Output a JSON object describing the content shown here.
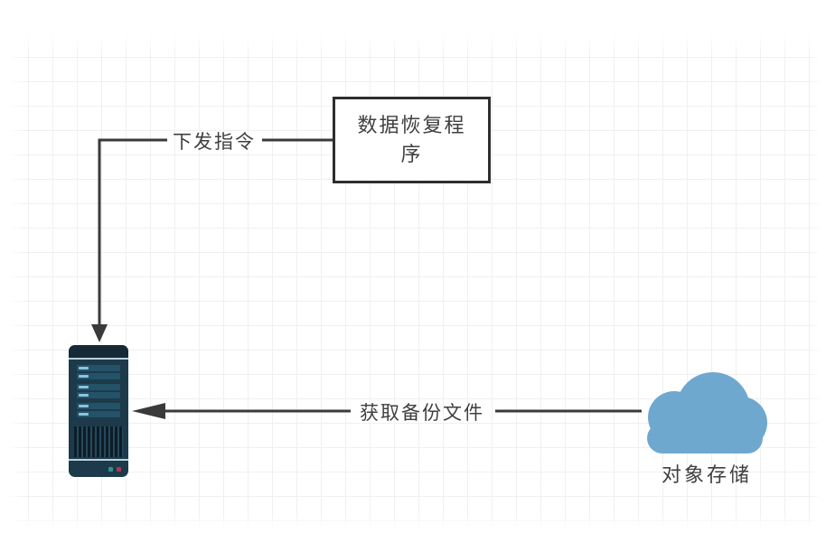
{
  "colors": {
    "line": "#3a3a3a",
    "box_border": "#2e2e2e",
    "text": "#3f3f3f",
    "grid": "#f0f0f0",
    "cloud_fill": "#6fa8cf",
    "server_body": "#1d3a4a",
    "server_cap": "#152a36",
    "server_bar": "#235269",
    "server_tab": "#8ac4de",
    "led_green": "#2f9488",
    "led_red": "#a83a55"
  },
  "nodes": {
    "program_box": {
      "label": "数据恢复程\n序"
    },
    "server": {
      "icon": "server-tower-icon"
    },
    "object_storage": {
      "label": "对象存储",
      "icon": "cloud-icon"
    }
  },
  "edges": {
    "command": {
      "label": "下发指令"
    },
    "fetch": {
      "label": "获取备份文件"
    }
  }
}
